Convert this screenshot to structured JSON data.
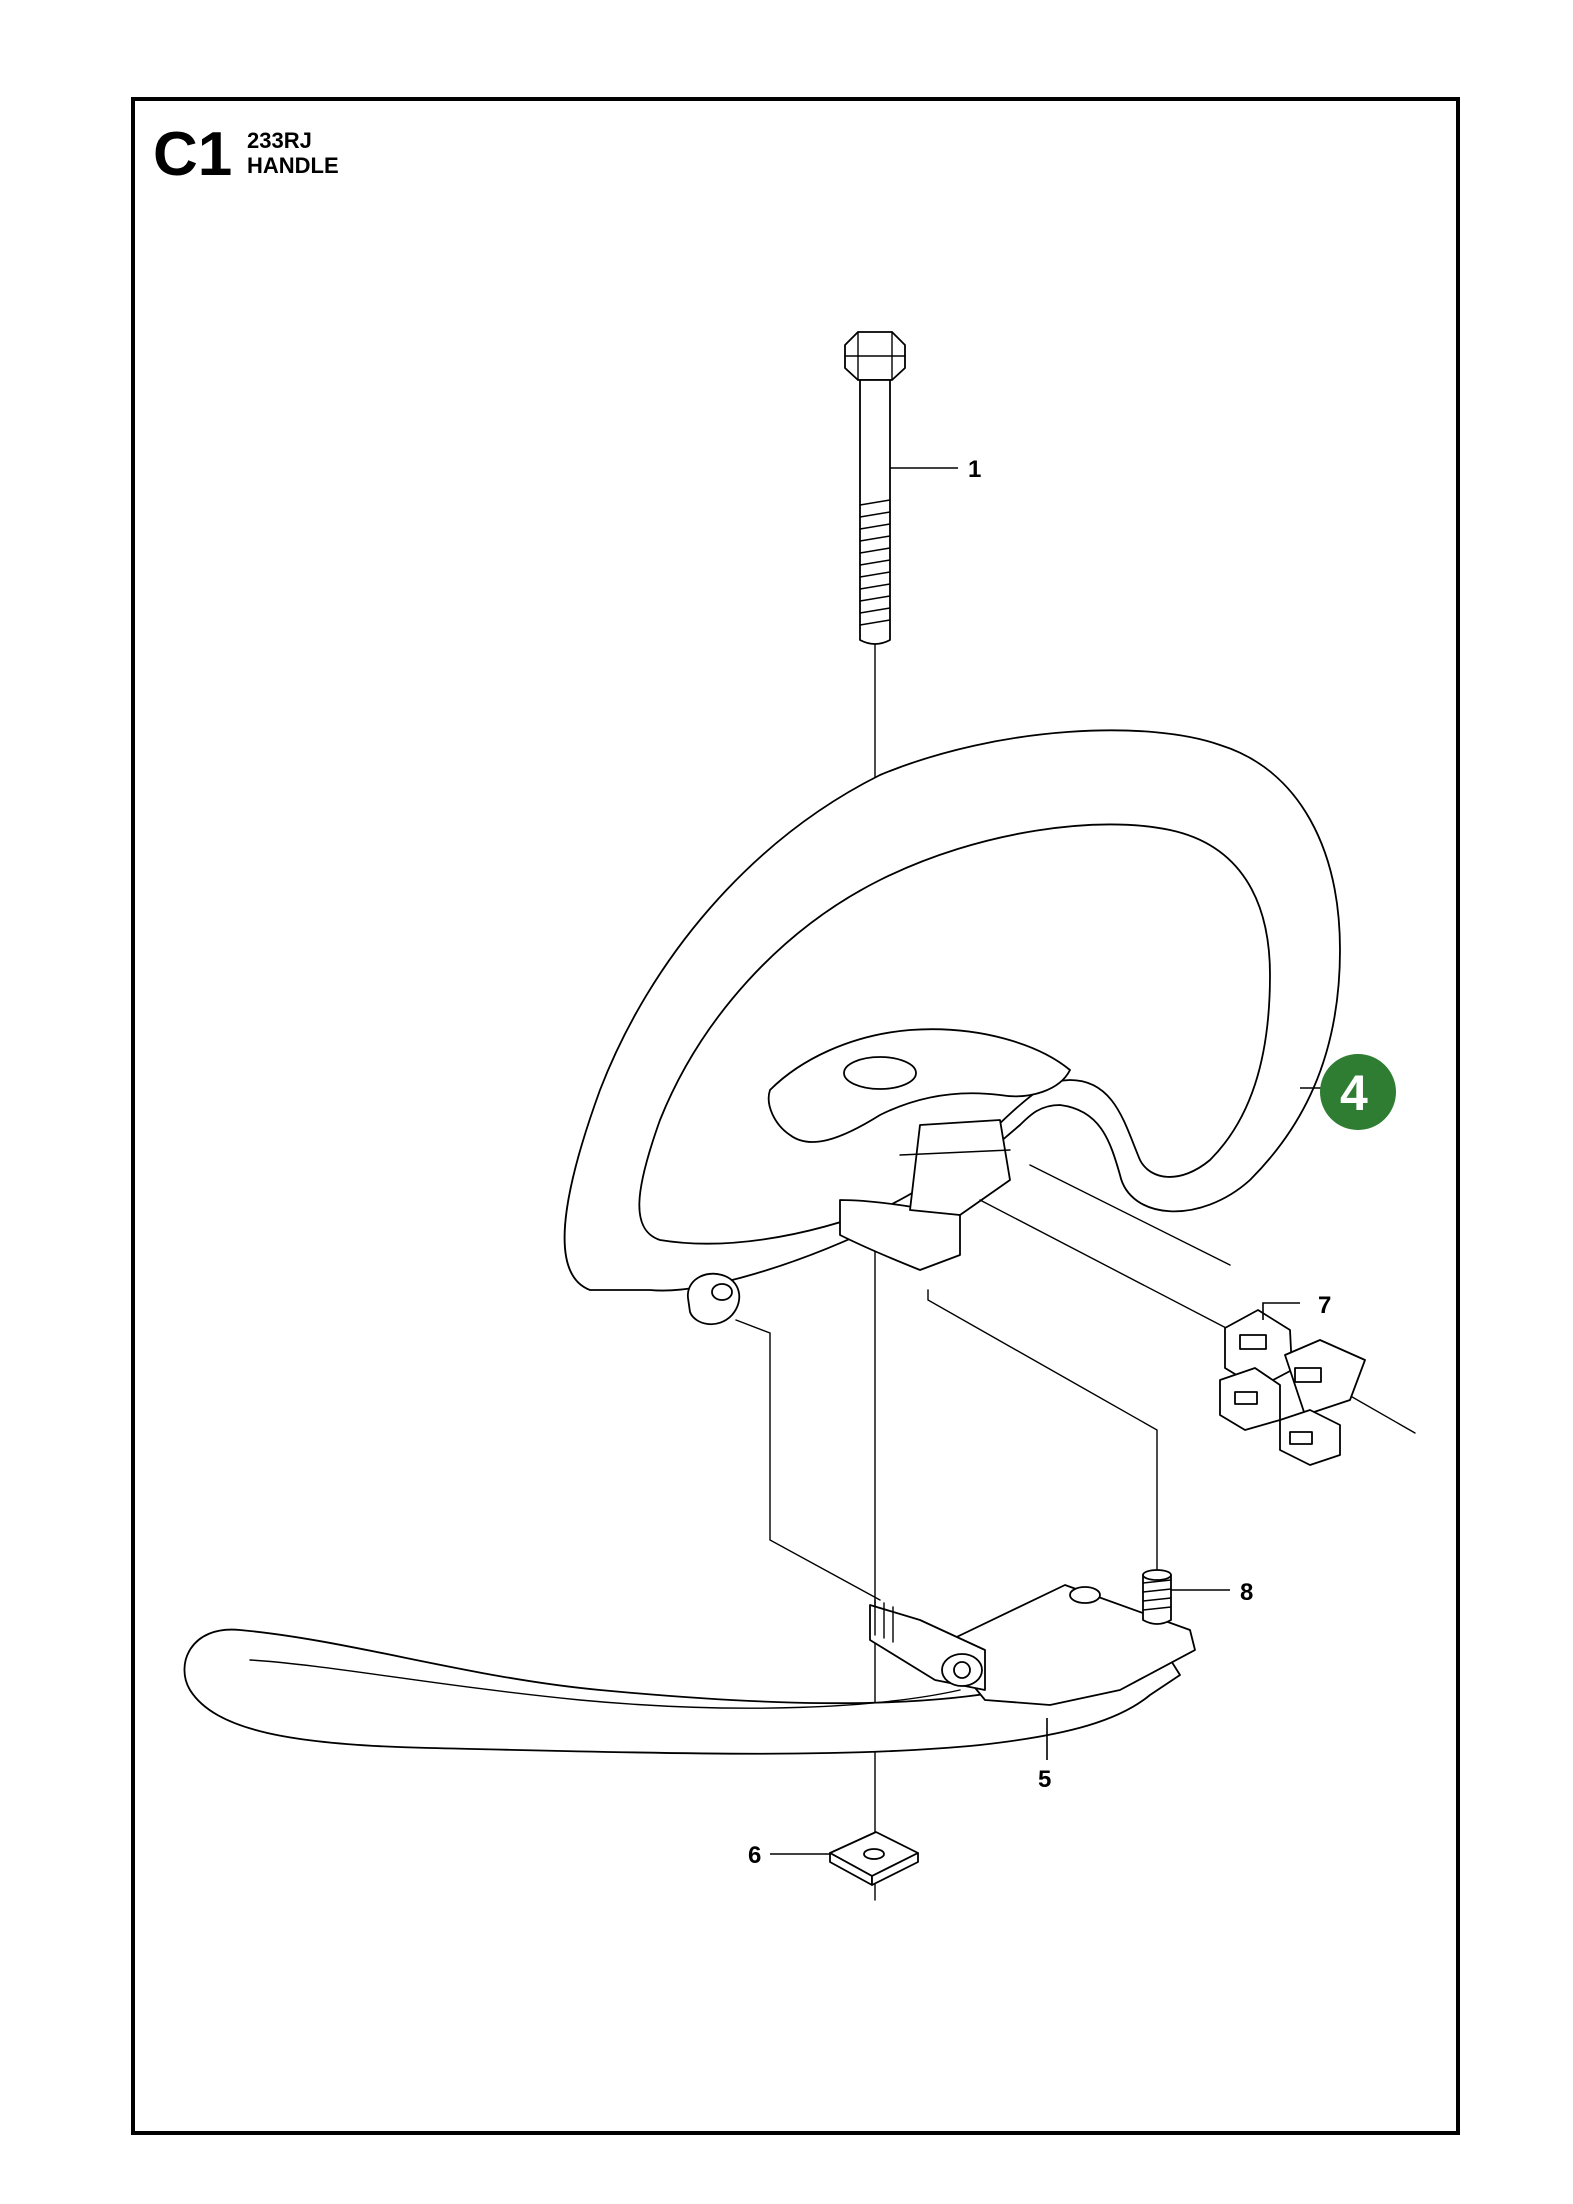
{
  "header": {
    "section_code": "C1",
    "model": "233RJ",
    "title": "HANDLE"
  },
  "callouts": {
    "bolt": "1",
    "highlighted_part": "4",
    "clamp_lower": "5",
    "square_nut": "6",
    "cable_clip": "7",
    "stud_screw": "8"
  },
  "colors": {
    "highlight_badge": "#2E7D32",
    "line_art": "#000000",
    "background": "#FFFFFF"
  }
}
